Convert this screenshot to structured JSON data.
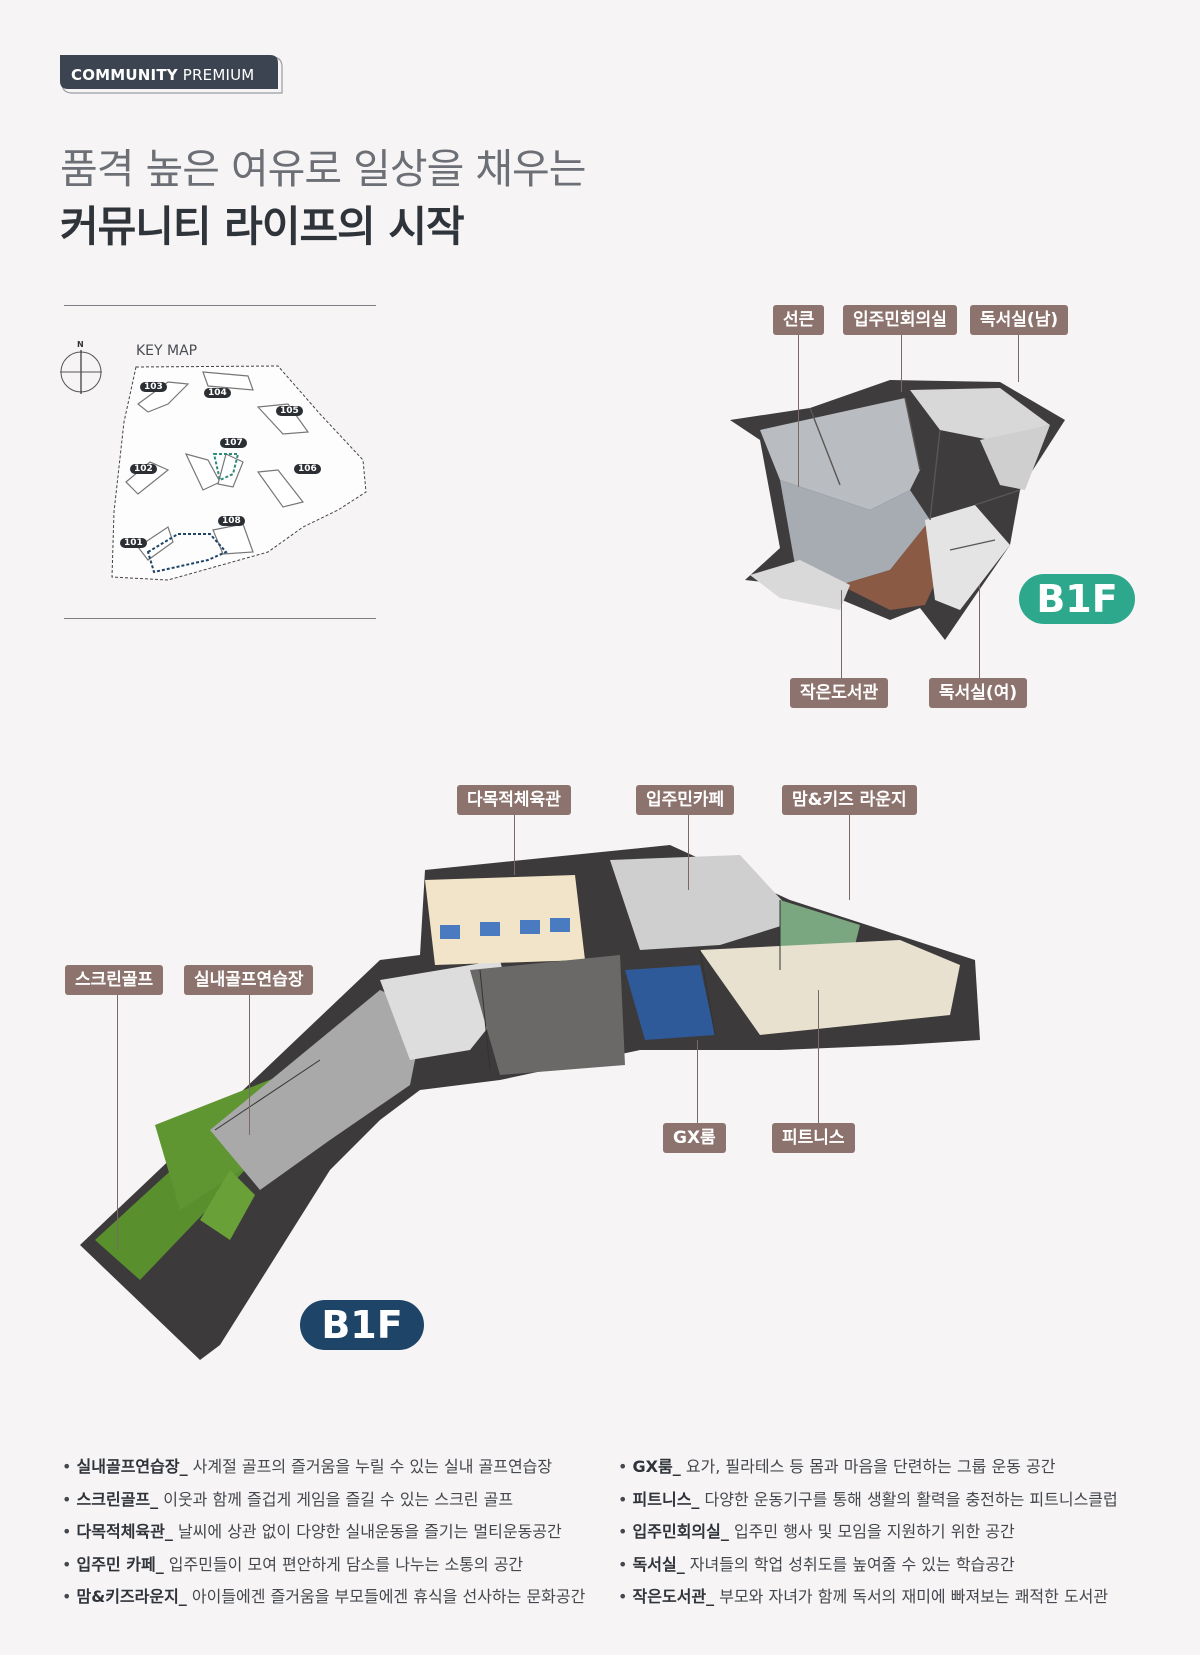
{
  "badge": {
    "bold": "COMMUNITY",
    "rest": " PREMIUM"
  },
  "title": {
    "line1": "품격 높은 여유로 일상을 채우는",
    "line2": "커뮤니티 라이프의 시작"
  },
  "keymap": {
    "north": "N",
    "label": "KEY MAP",
    "buildings": [
      "103",
      "104",
      "105",
      "107",
      "102",
      "106",
      "108",
      "101"
    ]
  },
  "plan_top": {
    "labels": [
      "선큰",
      "입주민회의실",
      "독서실(남)",
      "작은도서관",
      "독서실(여)"
    ],
    "floor": "B1F",
    "floor_color": "#2ea88c"
  },
  "plan_bottom": {
    "labels": [
      "다목적체육관",
      "입주민카페",
      "맘&키즈 라운지",
      "스크린골프",
      "실내골프연습장",
      "GX룸",
      "피트니스"
    ],
    "floor": "B1F",
    "floor_color": "#1e4468"
  },
  "descriptions": {
    "left": [
      {
        "name": "실내골프연습장_",
        "text": " 사계절 골프의 즐거움을 누릴 수 있는 실내 골프연습장"
      },
      {
        "name": "스크린골프_",
        "text": " 이웃과 함께 즐겁게 게임을 즐길 수 있는 스크린 골프"
      },
      {
        "name": "다목적체육관_",
        "text": " 날씨에 상관 없이 다양한 실내운동을 즐기는 멀티운동공간"
      },
      {
        "name": "입주민 카페_",
        "text": " 입주민들이 모여 편안하게 담소를 나누는 소통의 공간"
      },
      {
        "name": "맘&키즈라운지_",
        "text": " 아이들에겐 즐거움을 부모들에겐 휴식을 선사하는 문화공간"
      }
    ],
    "right": [
      {
        "name": "GX룸_",
        "text": " 요가, 필라테스 등 몸과 마음을 단련하는 그룹 운동 공간"
      },
      {
        "name": "피트니스_",
        "text": " 다양한 운동기구를 통해 생활의 활력을 충전하는 피트니스클럽"
      },
      {
        "name": "입주민회의실_",
        "text": " 입주민 행사 및 모임을 지원하기 위한 공간"
      },
      {
        "name": "독서실_",
        "text": " 자녀들의 학업 성취도를 높여줄 수 있는 학습공간"
      },
      {
        "name": "작은도서관_",
        "text": " 부모와 자녀가 함께 독서의 재미에 빠져보는 쾌적한 도서관"
      }
    ]
  }
}
